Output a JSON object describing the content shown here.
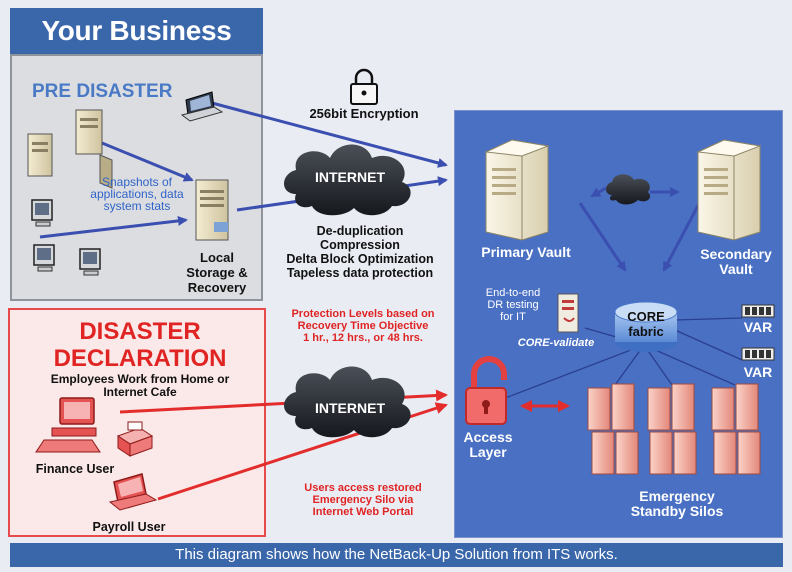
{
  "header": {
    "title": "Your Business"
  },
  "pre_disaster": {
    "heading": "PRE DISASTER",
    "snapshots_lines": [
      "Snapshots of",
      "applications, data",
      "system stats"
    ],
    "local_storage_lines": [
      "Local",
      "Storage &",
      "Recovery"
    ]
  },
  "middle": {
    "encryption_label": "256bit Encryption",
    "internet_label_top": "INTERNET",
    "internet_label_bottom": "INTERNET",
    "features_lines": [
      "De-duplication",
      "Compression",
      "Delta Block Optimization",
      "Tapeless data protection"
    ],
    "protection_lines": [
      "Protection Levels based on",
      "Recovery Time Objective",
      "1 hr., 12 hrs., or 48 hrs."
    ],
    "users_access_lines": [
      "Users access restored",
      "Emergency Silo via",
      "Internet Web Portal"
    ]
  },
  "disaster": {
    "heading_lines": [
      "DISASTER",
      "DECLARATION"
    ],
    "employees_lines": [
      "Employees Work from Home or",
      "Internet Cafe"
    ],
    "finance_user": "Finance User",
    "payroll_user": "Payroll User"
  },
  "datacenter": {
    "primary_vault": "Primary Vault",
    "secondary_vault_lines": [
      "Secondary",
      "Vault"
    ],
    "dr_testing_lines": [
      "End-to-end",
      "DR testing",
      "for IT"
    ],
    "core_validate": "CORE-validate",
    "core_fabric_lines": [
      "CORE",
      "fabric"
    ],
    "var_top": "VAR",
    "var_bottom": "VAR",
    "access_layer_lines": [
      "Access",
      "Layer"
    ],
    "emergency_lines": [
      "Emergency",
      "Standby Silos"
    ]
  },
  "footer": {
    "caption": "This diagram shows how the NetBack-Up Solution from ITS works."
  },
  "colors": {
    "brand_blue": "#3a66aa",
    "datacenter_blue": "#4a70c4",
    "alert_red": "#e02424",
    "arrow_blue": "#3b4fb0"
  }
}
